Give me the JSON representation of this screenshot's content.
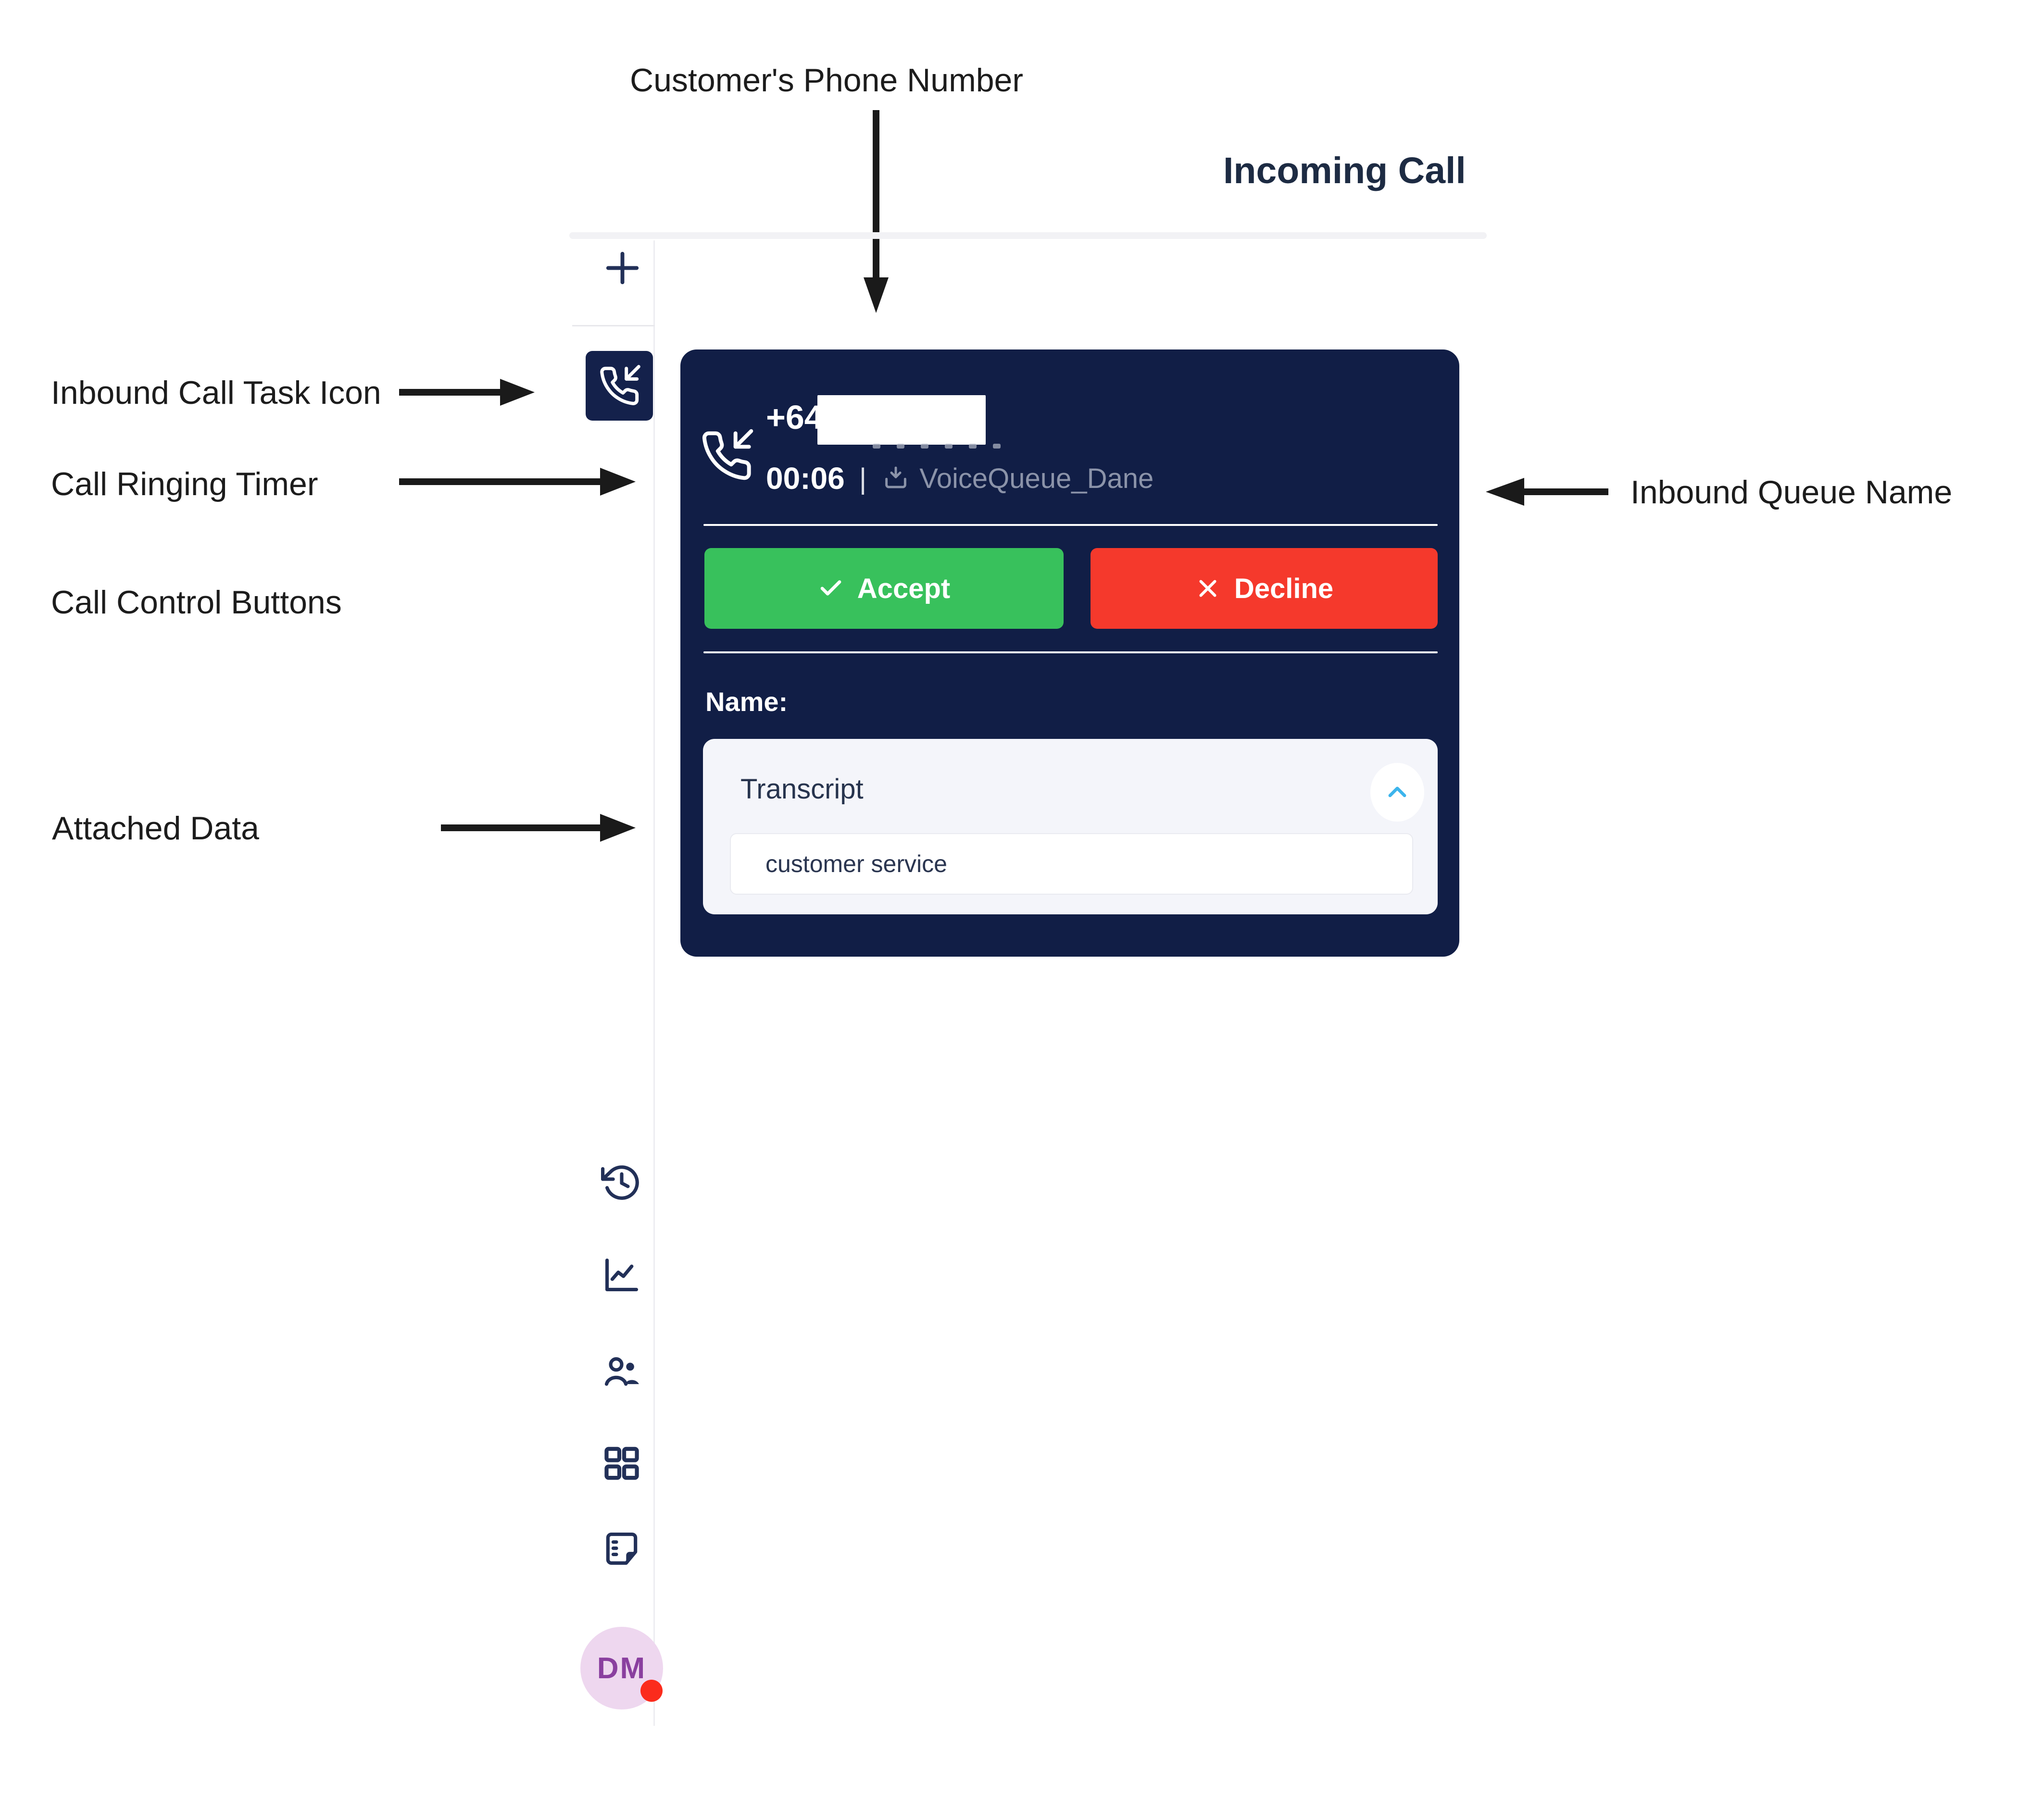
{
  "header": {
    "title": "Incoming Call"
  },
  "annotations": {
    "customer_phone": "Customer's Phone Number",
    "inbound_task": "Inbound Call Task Icon",
    "ringing_timer": "Call Ringing Timer",
    "call_controls": "Call Control Buttons",
    "attached_data": "Attached Data",
    "inbound_queue": "Inbound Queue Name"
  },
  "call_card": {
    "phone_prefix": "+64",
    "ringing_timer": "00:06",
    "separator": "|",
    "queue_name": "VoiceQueue_Dane",
    "accept_label": "Accept",
    "decline_label": "Decline",
    "name_label": "Name:",
    "attached_data": {
      "title": "Transcript",
      "value": "customer service"
    }
  },
  "sidebar": {
    "icons": [
      "add-task-icon",
      "inbound-call-task-icon",
      "history-icon",
      "analytics-icon",
      "agents-icon",
      "apps-grid-icon",
      "notes-icon"
    ],
    "avatar_initials": "DM"
  },
  "colors": {
    "card_background": "#111e46",
    "accept_green": "#38c15c",
    "decline_red": "#f5392c",
    "muted_text": "#8b93a9",
    "chevron_blue": "#3cb4ec",
    "avatar_background": "#eed7ef",
    "avatar_text": "#8a3f9f",
    "presence_red": "#fb2b1c",
    "sidebar_icon_navy": "#223058",
    "annotation_text": "#1c1c1c",
    "title_navy": "#1d2b43"
  }
}
